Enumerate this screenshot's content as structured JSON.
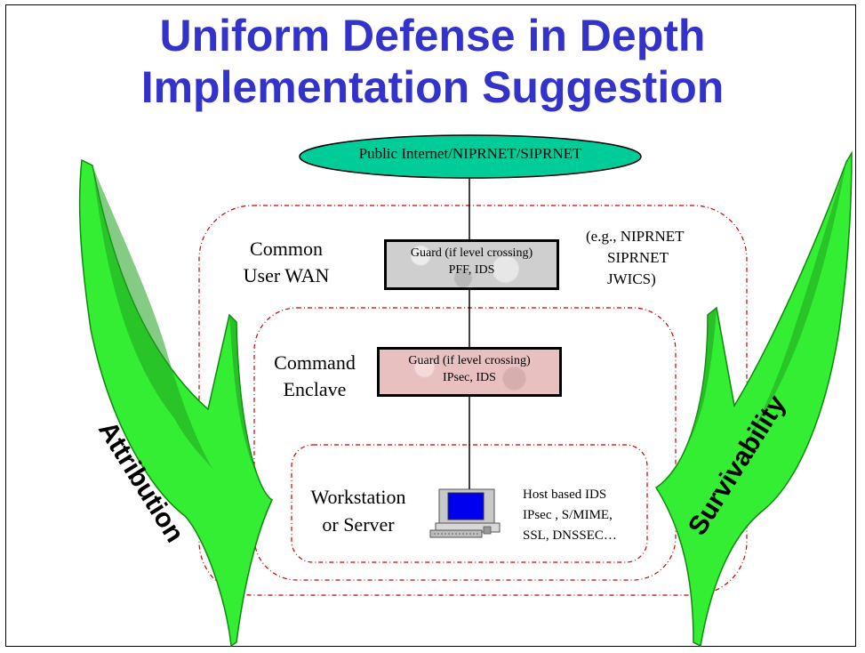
{
  "title": {
    "line1": "Uniform Defense in Depth",
    "line2": "Implementation Suggestion"
  },
  "network": {
    "label": "Public Internet/NIPRNET/SIPRNET"
  },
  "wan": {
    "label_line1": "Common",
    "label_line2": "User WAN",
    "box_line1": "Guard (if level crossing)",
    "box_line2": "PFF, IDS",
    "examples_line1": "(e.g.,  NIPRNET",
    "examples_line2": "SIPRNET",
    "examples_line3": "JWICS)"
  },
  "enclave": {
    "label_line1": "Command",
    "label_line2": "Enclave",
    "box_line1": "Guard (if level crossing)",
    "box_line2": "IPsec, IDS"
  },
  "host": {
    "label_line1": "Workstation",
    "label_line2": "or Server",
    "tech_line1": "Host based IDS",
    "tech_line2": "IPsec , S/MIME,",
    "tech_line3": "SSL, DNSSEC…"
  },
  "arrows": {
    "left": "Attribution",
    "right": "Survivability"
  },
  "colors": {
    "title": "#3333cc",
    "oval": "#00cc99",
    "arrow_fill": "#33ee33",
    "arrow_dark": "#118811",
    "dashed_border": "#cc0000",
    "wan_box": "#cfcfcf",
    "enclave_box": "#e8c0c0"
  }
}
